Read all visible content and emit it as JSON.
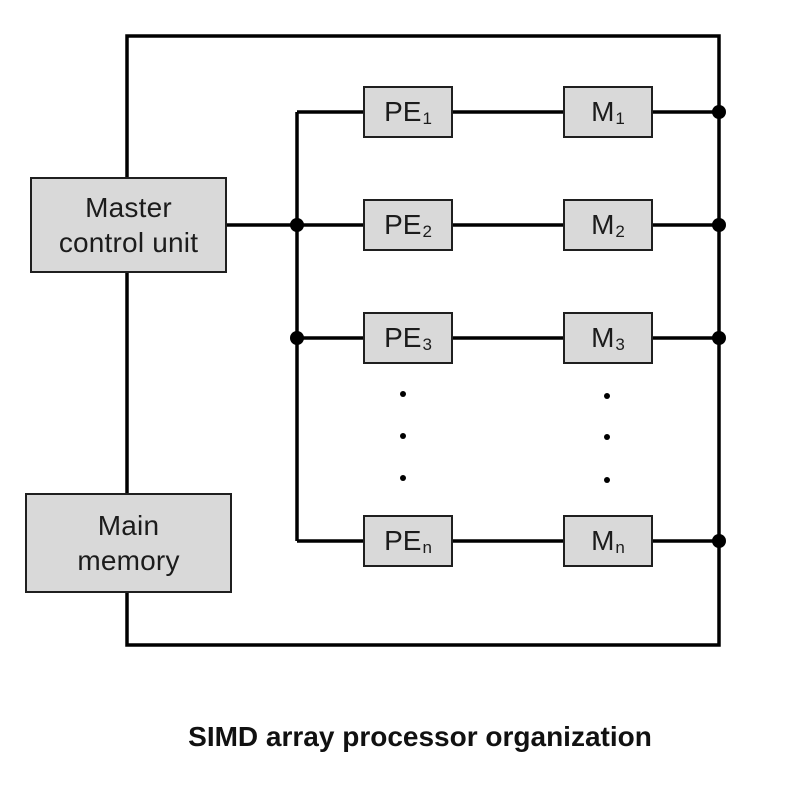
{
  "title": "SIMD array processor organization",
  "colors": {
    "background": "#ffffff",
    "box_fill": "#d9d9d9",
    "box_border": "#1f1f1f",
    "line": "#000000",
    "text": "#1c1c1c"
  },
  "blocks": {
    "master_control": {
      "line1": "Master",
      "line2": "control unit"
    },
    "main_memory": {
      "line1": "Main",
      "line2": "memory"
    }
  },
  "pe_column": [
    {
      "label": "PE",
      "sub": "1"
    },
    {
      "label": "PE",
      "sub": "2"
    },
    {
      "label": "PE",
      "sub": "3"
    },
    {
      "label": "PE",
      "sub": "n"
    }
  ],
  "memory_column": [
    {
      "label": "M",
      "sub": "1"
    },
    {
      "label": "M",
      "sub": "2"
    },
    {
      "label": "M",
      "sub": "3"
    },
    {
      "label": "M",
      "sub": "n"
    }
  ]
}
